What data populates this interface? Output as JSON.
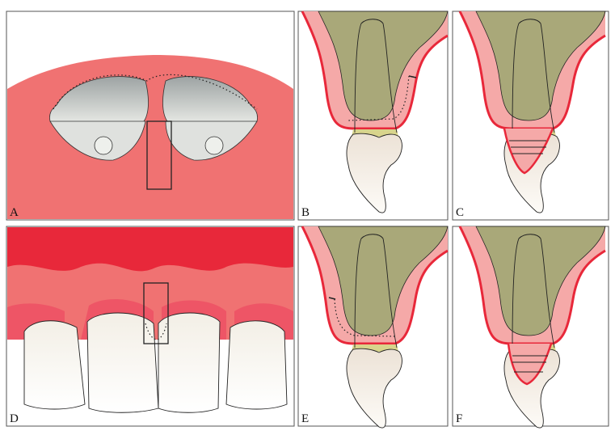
{
  "panels": [
    {
      "id": "A",
      "label": "A"
    },
    {
      "id": "B",
      "label": "B"
    },
    {
      "id": "C",
      "label": "C"
    },
    {
      "id": "D",
      "label": "D"
    },
    {
      "id": "E",
      "label": "E"
    },
    {
      "id": "F",
      "label": "F"
    }
  ],
  "colors": {
    "gingiva": "#f07272",
    "mucosa": "#f5a9a8",
    "incision": "#e8283a",
    "bone": "#a9a879",
    "tooth": "#f8f3ec",
    "palatal_teeth": "#c9cccc"
  }
}
